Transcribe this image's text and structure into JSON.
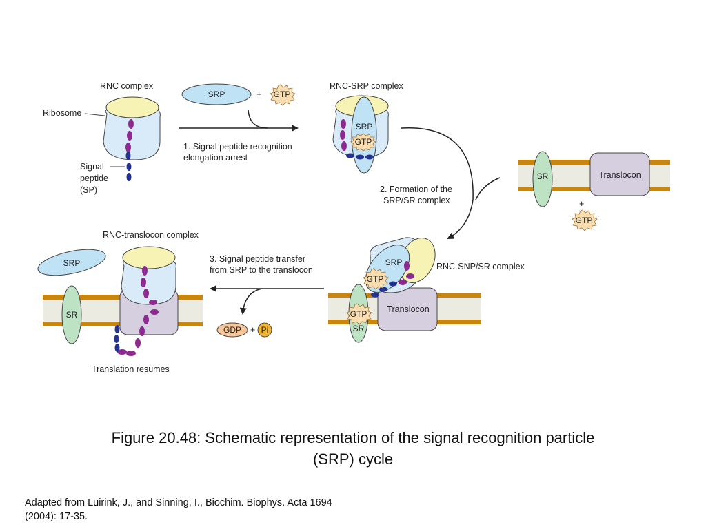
{
  "labels": {
    "rnc_complex": "RNC complex",
    "ribosome": "Ribosome",
    "signal": "Signal",
    "peptide": "peptide",
    "sp": "(SP)",
    "srp": "SRP",
    "plus": "+",
    "gtp": "GTP",
    "rnc_srp_complex": "RNC-SRP complex",
    "sr": "SR",
    "translocon": "Translocon",
    "rnc_snp_sr_complex": "RNC-SNP/SR complex",
    "rnc_translocon_complex": "RNC-translocon complex",
    "translation_resumes": "Translation resumes",
    "gdp": "GDP",
    "pi": "Pi"
  },
  "steps": {
    "step1_line1": "1. Signal peptide recognition",
    "step1_line2": "elongation arrest",
    "step2_line1": "2. Formation of the",
    "step2_line2": "SRP/SR complex",
    "step3_line1": "3. Signal peptide transfer",
    "step3_line2": "from SRP to the translocon"
  },
  "caption": {
    "line1": "Figure 20.48: Schematic representation of the signal recognition particle",
    "line2": "(SRP) cycle"
  },
  "credit": {
    "line1": "Adapted from Luirink, J., and Sinning, I., Biochim. Biophys. Acta 1694",
    "line2": "(2004): 17-35."
  },
  "colors": {
    "ribosome_large": "#d9ebf9",
    "ribosome_small": "#f7f3b4",
    "srp": "#bfe2f5",
    "sr": "#bde3c4",
    "translocon": "#d6cfe0",
    "membrane_band": "#c8860f",
    "membrane_fill": "#ecebe1",
    "peptide": "#8d2a8f",
    "signal_peptide": "#23318f",
    "gtp": "#f7ddb0",
    "gdp": "#f5c79a",
    "pi": "#f3b634"
  }
}
